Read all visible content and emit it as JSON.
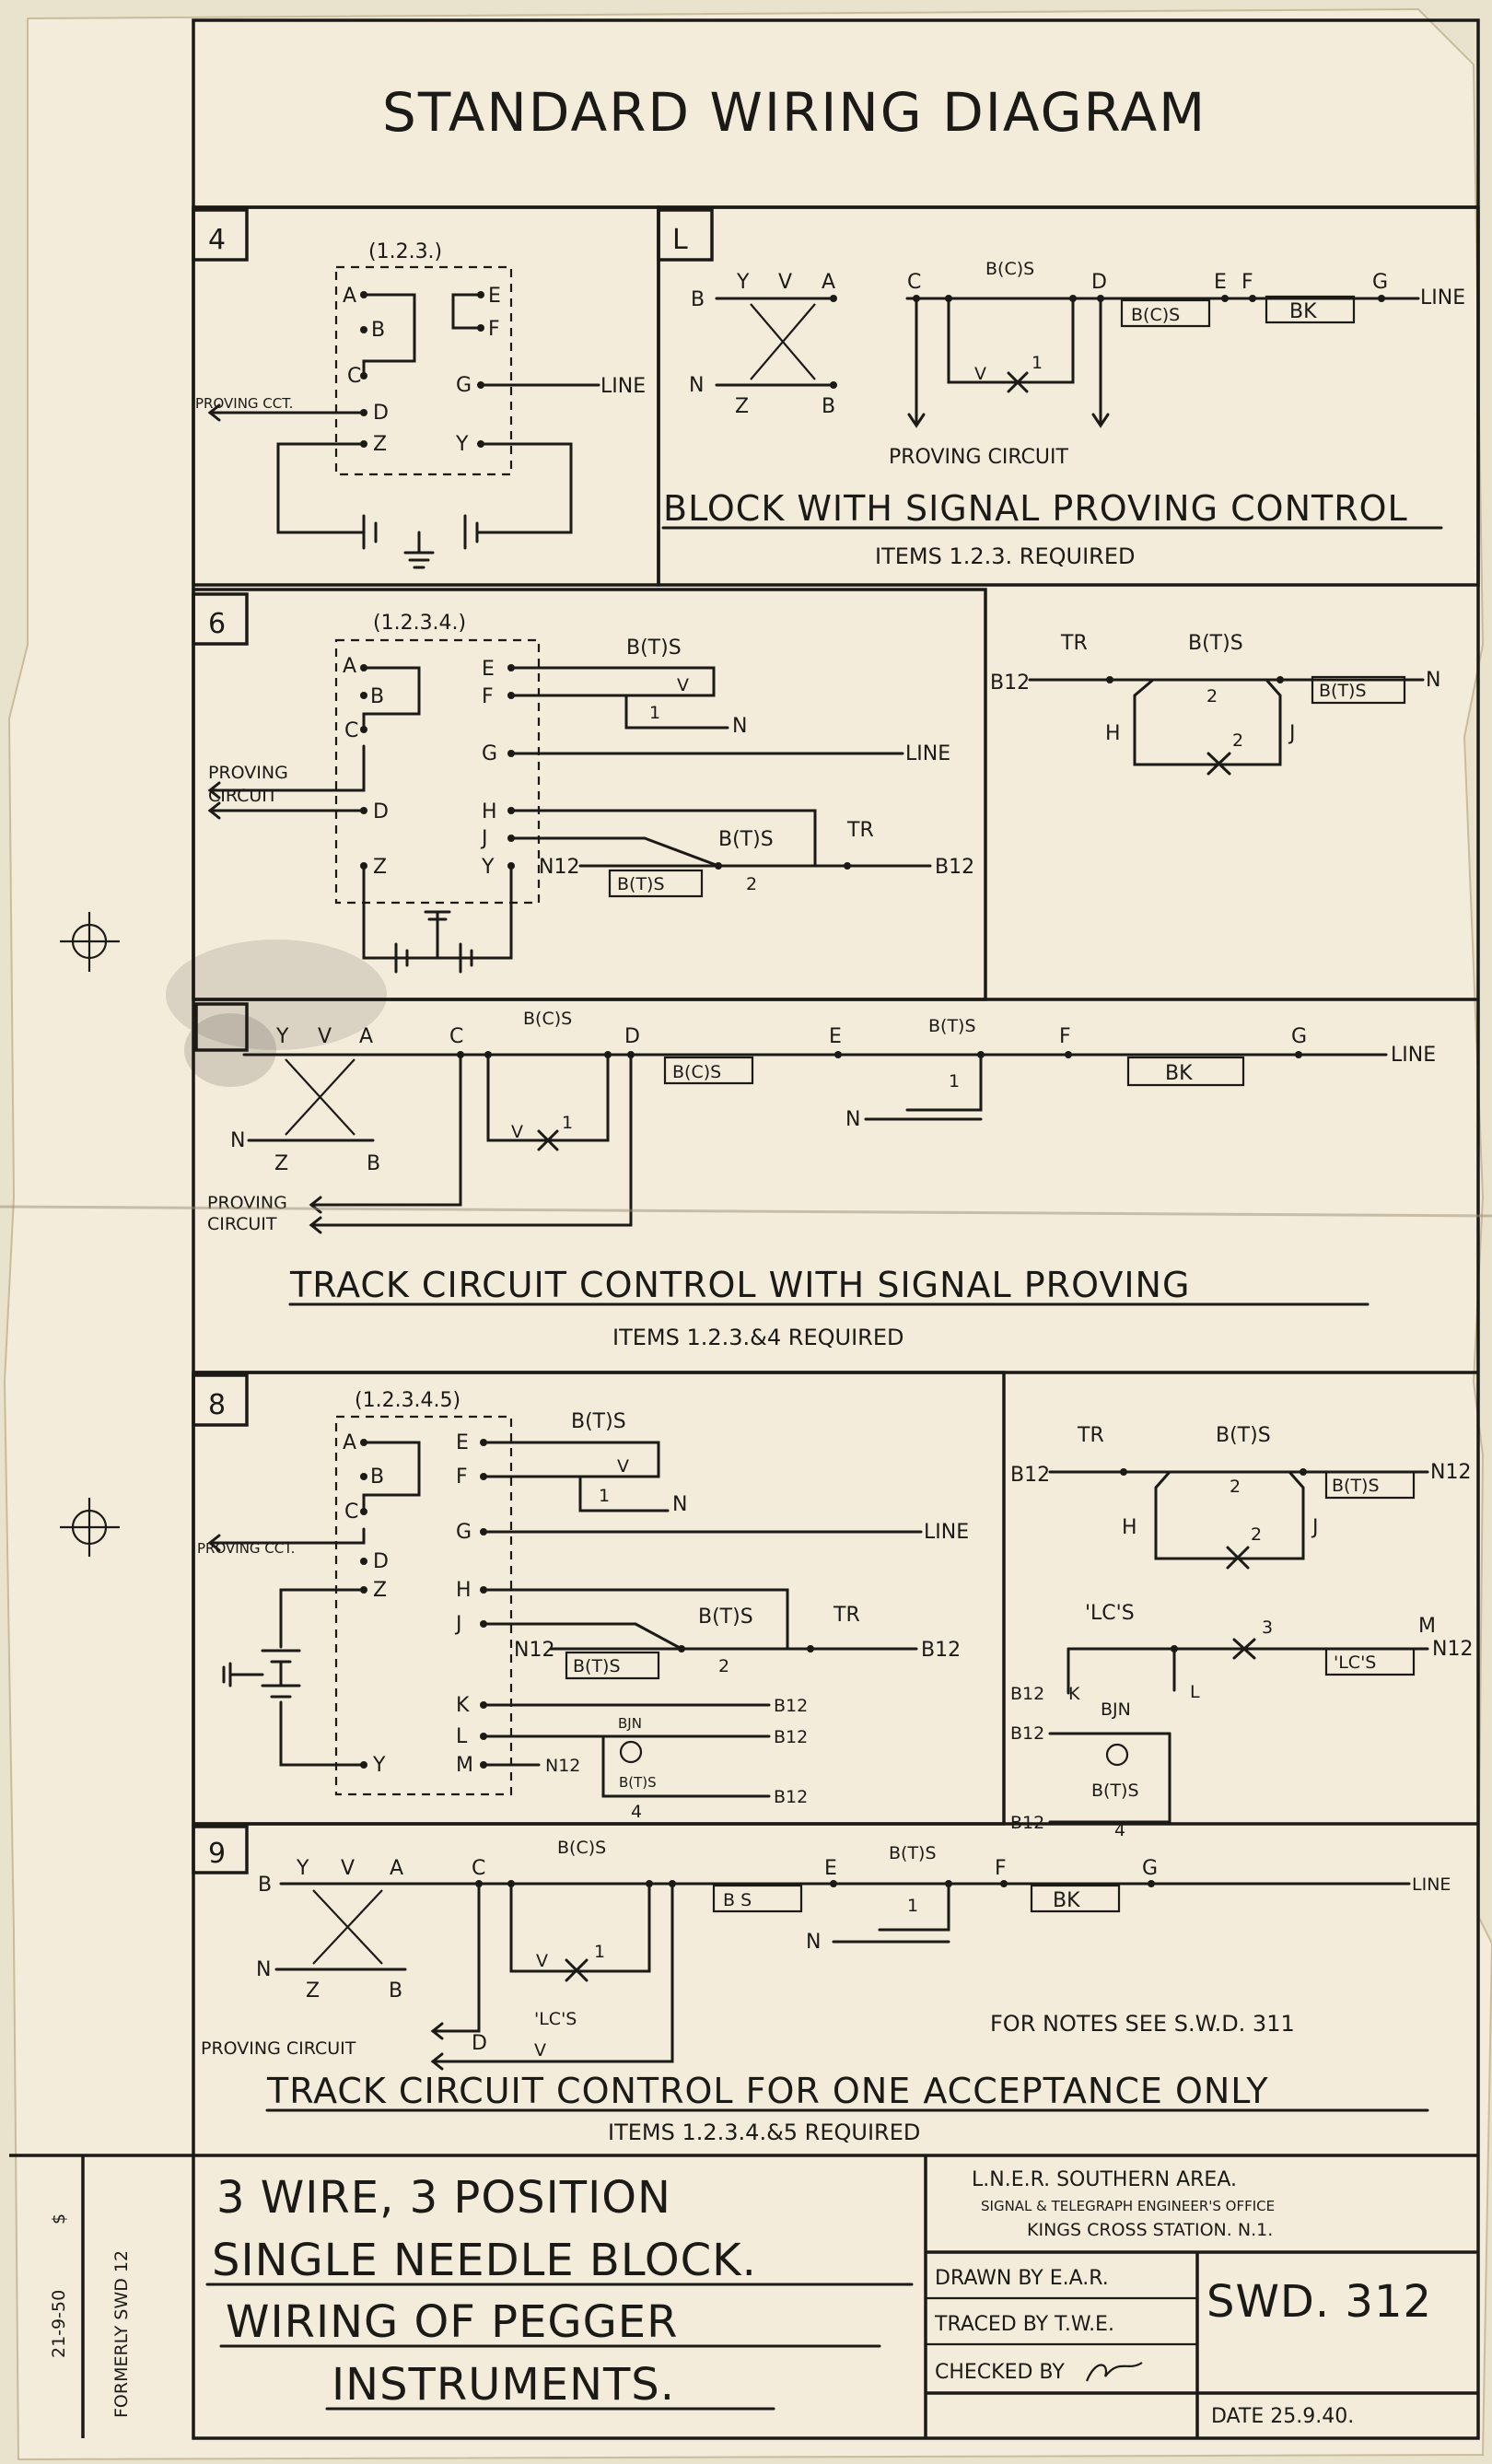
{
  "title": "STANDARD WIRING DIAGRAM",
  "diagrams": {
    "d4": {
      "number": "4",
      "items": "(1.2.3.)",
      "terminals": [
        "A",
        "B",
        "C",
        "D",
        "Z",
        "E",
        "F",
        "G",
        "Y"
      ],
      "proving": "PROVING CCT.",
      "line": "LINE"
    },
    "d5": {
      "number": "L",
      "labels": {
        "b": "B",
        "y": "Y",
        "v": "V",
        "a": "A",
        "n": "N",
        "z": "Z",
        "b2": "B",
        "c": "C",
        "bcs": "B(C)S",
        "d": "D",
        "e": "E",
        "f": "F",
        "g": "G",
        "line": "LINE",
        "bk": "BK",
        "one": "1"
      },
      "proving": "PROVING CIRCUIT",
      "caption": "BLOCK WITH SIGNAL PROVING CONTROL",
      "items_required": "ITEMS 1.2.3. REQUIRED"
    },
    "d6": {
      "number": "6",
      "items": "(1.2.3.4.)",
      "terminals": [
        "A",
        "B",
        "C",
        "D",
        "Z",
        "E",
        "F",
        "G",
        "H",
        "J",
        "Y"
      ],
      "proving": [
        "PROVING",
        "CIRCUIT"
      ],
      "line": "LINE",
      "labels": {
        "bts": "B(T)S",
        "tr": "TR",
        "n": "N",
        "n12": "N12",
        "b12": "B12",
        "one": "1",
        "two": "2",
        "v": "V",
        "h": "H",
        "j": "J"
      }
    },
    "d7": {
      "labels": {
        "y": "Y",
        "v": "V",
        "a": "A",
        "n": "N",
        "z": "Z",
        "b": "B",
        "c": "C",
        "bcs": "B(C)S",
        "d": "D",
        "e": "E",
        "bts": "B(T)S",
        "f": "F",
        "g": "G",
        "bk": "BK",
        "line": "LINE",
        "one": "1"
      },
      "proving": [
        "PROVING",
        "CIRCUIT"
      ],
      "caption": "TRACK CIRCUIT CONTROL WITH SIGNAL PROVING",
      "items_required": "ITEMS 1.2.3.&4 REQUIRED"
    },
    "d8": {
      "number": "8",
      "items": "(1.2.3.4.5)",
      "terminals": [
        "A",
        "B",
        "C",
        "D",
        "Z",
        "Y",
        "E",
        "F",
        "G",
        "H",
        "J",
        "K",
        "L",
        "M"
      ],
      "proving": "PROVING CCT.",
      "line": "LINE",
      "labels": {
        "bts": "B(T)S",
        "tr": "TR",
        "n": "N",
        "n12": "N12",
        "b12": "B12",
        "bjn": "BJN",
        "lcs": "'LC'S",
        "m": "M",
        "k": "K",
        "l": "L",
        "one": "1",
        "two": "2",
        "three": "3",
        "four": "4",
        "v": "V",
        "h": "H",
        "j": "J"
      }
    },
    "d9": {
      "number": "9",
      "labels": {
        "b": "B",
        "y": "Y",
        "v": "V",
        "a": "A",
        "n": "N",
        "z": "Z",
        "b2": "B",
        "c": "C",
        "bcs": "B(C)S",
        "d": "D",
        "e": "E",
        "bts": "B(T)S",
        "f": "F",
        "g": "G",
        "bk": "BK",
        "bs": "B S",
        "lcs": "'LC'S",
        "line": "LINE",
        "one": "1"
      },
      "proving": "PROVING CIRCUIT",
      "notes": "FOR NOTES SEE S.W.D. 311",
      "caption": "TRACK CIRCUIT CONTROL FOR ONE ACCEPTANCE ONLY",
      "items_required": "ITEMS 1.2.3.4.&5 REQUIRED"
    }
  },
  "title_block": {
    "lines": [
      "3 WIRE, 3 POSITION",
      "SINGLE NEEDLE BLOCK.",
      "WIRING OF PEGGER",
      "INSTRUMENTS."
    ],
    "company": "L.N.E.R. SOUTHERN AREA.",
    "office": "SIGNAL & TELEGRAPH ENGINEER'S OFFICE",
    "station": "KINGS CROSS STATION. N.1.",
    "drawn": "DRAWN BY E.A.R.",
    "traced": "TRACED BY T.W.E.",
    "checked": "CHECKED BY",
    "number": "SWD. 312",
    "date": "DATE 25.9.40.",
    "margin_note": "FORMERLY SWD 12",
    "margin_date": "21-9-50",
    "margin_mark": "$"
  }
}
